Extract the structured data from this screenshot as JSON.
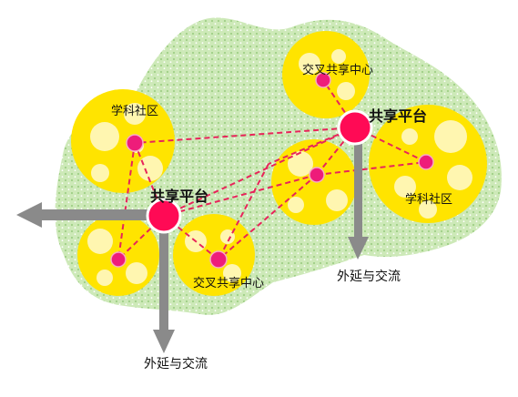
{
  "labels": {
    "community_left": "学科社区",
    "community_right": "学科社区",
    "platform_left": "共享平台",
    "platform_right": "共享平台",
    "cross_center_top": "交叉共享中心",
    "cross_center_bottom": "交叉共享中心",
    "extension_left": "外延与交流",
    "extension_right": "外延与交流"
  },
  "colors": {
    "cluster_yellow": "#ffe400",
    "cluster_light": "#fff6b0",
    "node_magenta": "#ee1c7a",
    "hub_red": "#ff0a55",
    "link_dashed": "#e8245a",
    "arrow_gray": "#8a8a8a",
    "texture_green": "#bfe0a8"
  },
  "icons": {
    "arrow": "arrow-icon"
  }
}
